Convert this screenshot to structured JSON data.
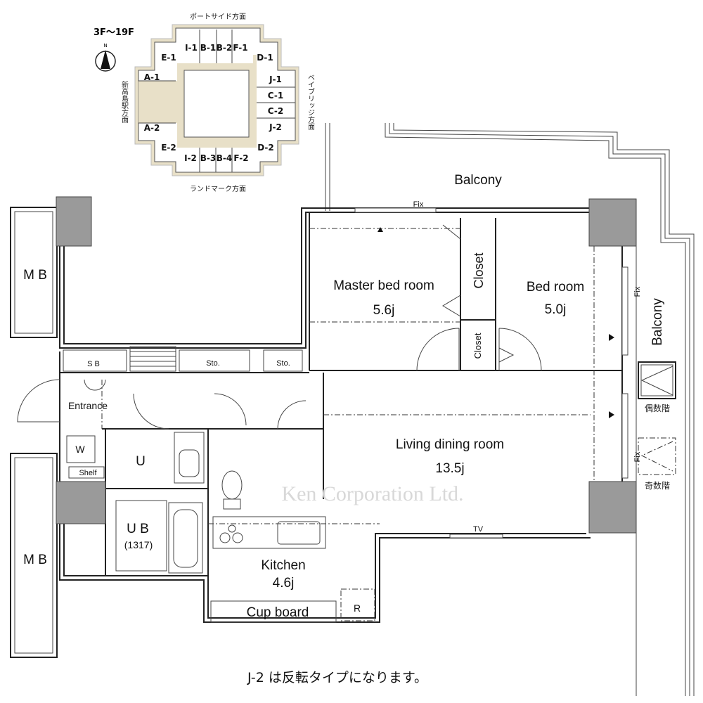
{
  "key_map": {
    "floors": "3F〜19F",
    "north": "N",
    "top_direction": "ポートサイド方面",
    "bottom_direction": "ランドマーク方面",
    "left_direction": "新高島駅方面",
    "right_direction": "ベイブリッジ方面",
    "units": [
      "I-1",
      "B-1",
      "B-2",
      "F-1",
      "D-1",
      "E-1",
      "A-1",
      "J-1",
      "C-1",
      "C-2",
      "J-2",
      "A-2",
      "E-2",
      "D-2",
      "I-2",
      "B-3",
      "B-4",
      "F-2"
    ],
    "highlight_color": "#e8e0c8"
  },
  "rooms": {
    "balcony_top": "Balcony",
    "fix_top": "Fix",
    "master_bed": "Master bed room",
    "master_bed_size": "5.6j",
    "closet_large": "Closet",
    "closet_small": "Closet",
    "bed": "Bed room",
    "bed_size": "5.0j",
    "fix_right_1": "Fix",
    "balcony_right": "Balcony",
    "even_floor": "偶数階",
    "fix_right_2": "Fix",
    "odd_floor": "奇数階",
    "living": "Living dining room",
    "living_size": "13.5j",
    "tv": "TV",
    "kitchen": "Kitchen",
    "kitchen_size": "4.6j",
    "cupboard": "Cup board",
    "refrigerator": "R",
    "sb": "S B",
    "sto_1": "Sto.",
    "sto_2": "Sto.",
    "entrance": "Entrance",
    "washer": "W",
    "utility": "U",
    "shelf": "Shelf",
    "unit_bath": "U B",
    "unit_bath_size": "(1317)",
    "mb_top": "M B",
    "mb_bottom": "M B"
  },
  "watermark": "Ken Corporation Ltd.",
  "note": "J-2 は反転タイプになります。"
}
